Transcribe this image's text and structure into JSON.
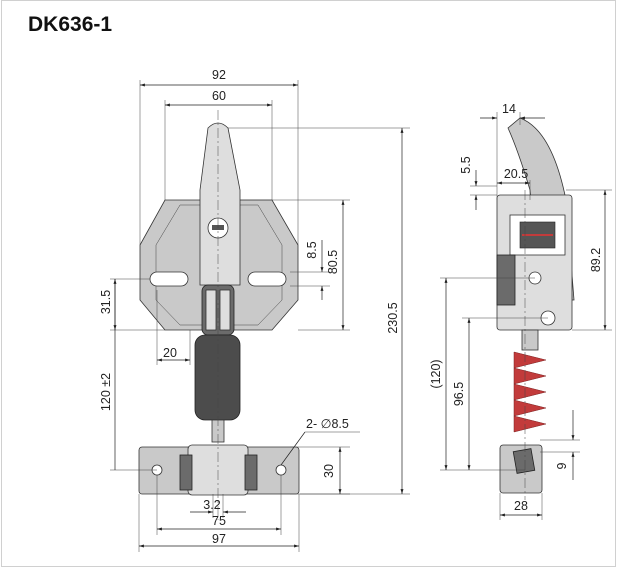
{
  "title": "DK636-1",
  "front_dims": {
    "d92": "92",
    "d60": "60",
    "d230_5": "230.5",
    "d8_5": "8.5",
    "d80_5": "80.5",
    "d31_5": "31.5",
    "d20": "20",
    "d120": "120 ±2",
    "d2phi": "2- ∅8.5",
    "d30": "30",
    "d3_2": "3.2",
    "d75": "75",
    "d97": "97"
  },
  "side_dims": {
    "d14": "14",
    "d5_5": "5.5",
    "d20_5": "20.5",
    "d89_2": "89.2",
    "d120p": "(120)",
    "d96_5": "96.5",
    "d9": "9",
    "d28": "28"
  }
}
